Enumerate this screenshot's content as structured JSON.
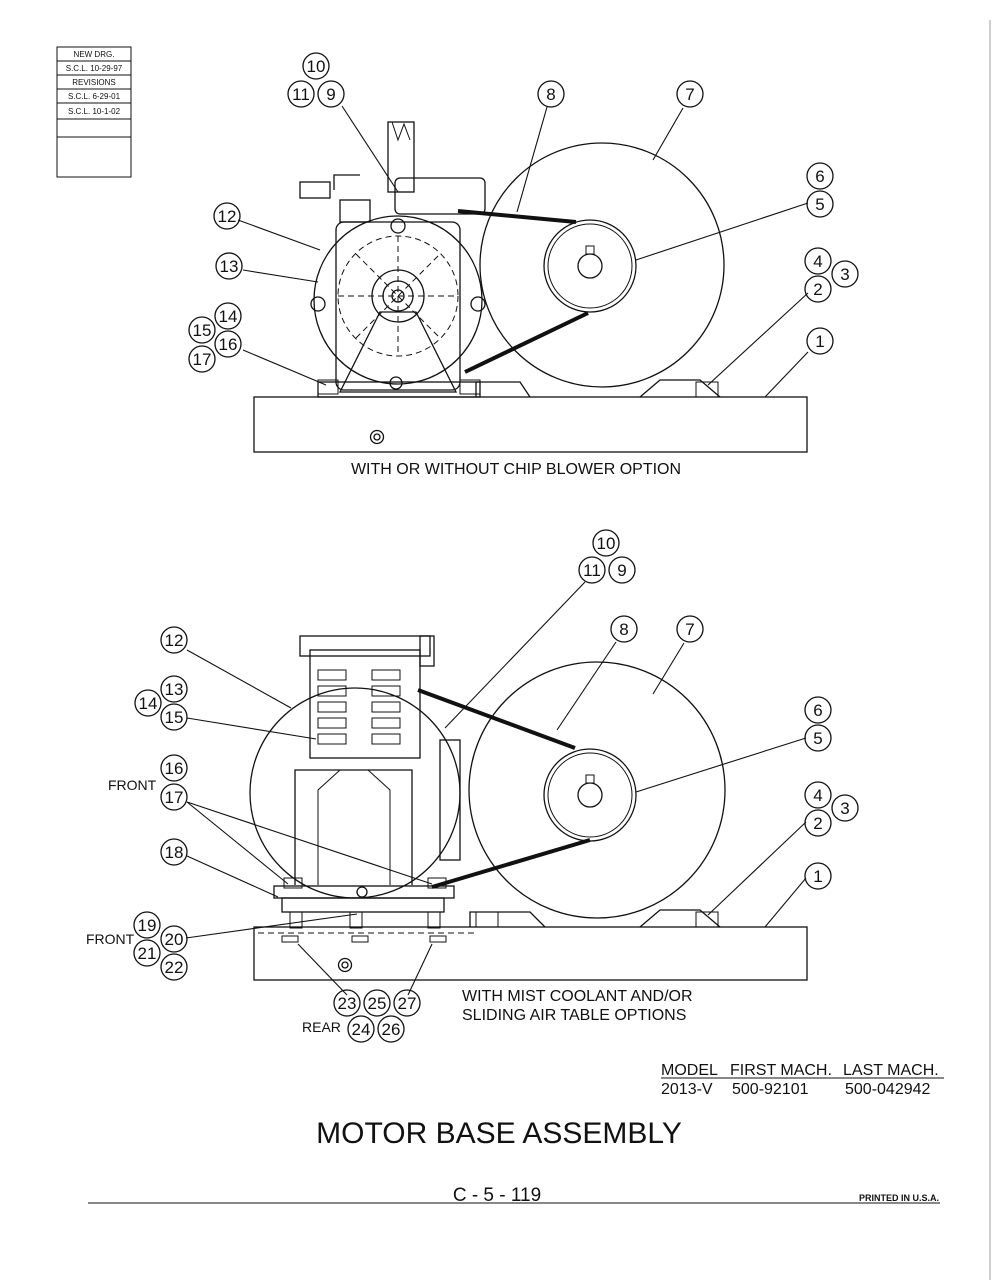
{
  "revision_box": {
    "rows": [
      "NEW DRG.",
      "S.C.L. 10-29-97",
      "REVISIONS",
      "S.C.L. 6-29-01",
      "S.C.L. 10-1-02"
    ]
  },
  "top_view": {
    "caption": "WITH OR WITHOUT CHIP BLOWER OPTION",
    "callouts": [
      "1",
      "2",
      "3",
      "4",
      "5",
      "6",
      "7",
      "8",
      "9",
      "10",
      "11",
      "12",
      "13",
      "14",
      "15",
      "16",
      "17"
    ]
  },
  "bottom_view": {
    "caption_line1": "WITH MIST COOLANT AND/OR",
    "caption_line2": "SLIDING AIR TABLE OPTIONS",
    "front_label_upper": "FRONT",
    "front_label_lower": "FRONT",
    "rear_label": "REAR",
    "callouts": [
      "1",
      "2",
      "3",
      "4",
      "5",
      "6",
      "7",
      "8",
      "9",
      "10",
      "11",
      "12",
      "13",
      "14",
      "15",
      "16",
      "17",
      "18",
      "19",
      "20",
      "21",
      "22",
      "23",
      "24",
      "25",
      "26",
      "27"
    ]
  },
  "model_table": {
    "headers": [
      "MODEL",
      "FIRST MACH.",
      "LAST MACH."
    ],
    "row": [
      "2013-V",
      "500-92101",
      "500-042942"
    ]
  },
  "title": "MOTOR BASE ASSEMBLY",
  "page_number": "C - 5 - 119",
  "printed": "PRINTED IN U.S.A."
}
